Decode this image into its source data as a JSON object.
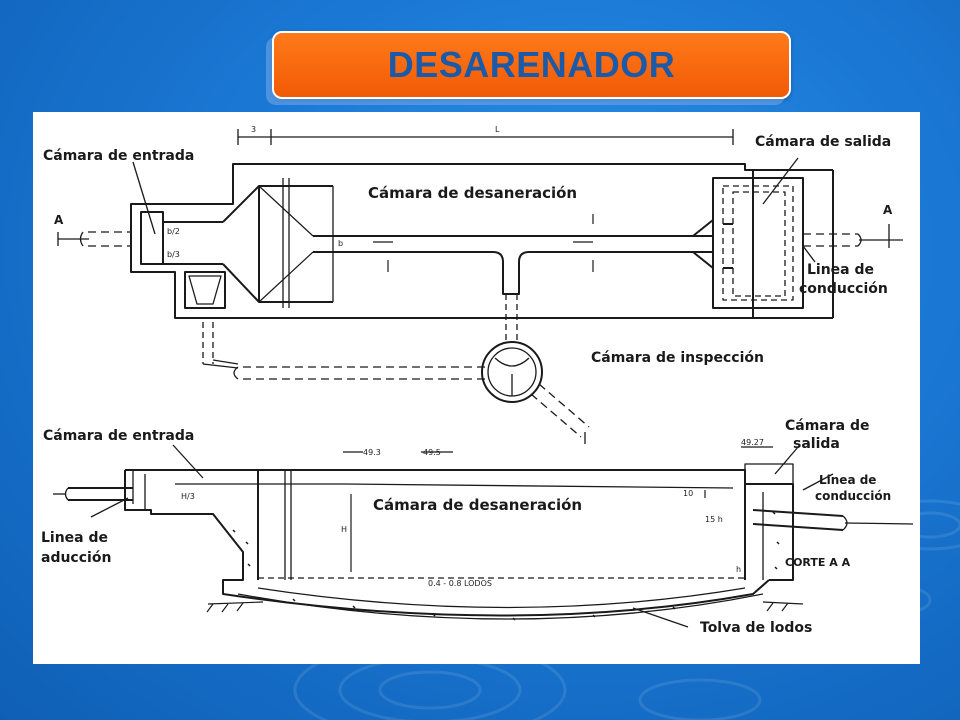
{
  "title": "DESARENADOR",
  "plan_view": {
    "camara_entrada": "Cámara de entrada",
    "camara_salida": "Cámara de salida",
    "camara_desaneracion": "Cámara de desaneración",
    "linea_conduccion": [
      "Linea de",
      "conducción"
    ],
    "camara_inspeccion": "Cámara de inspección",
    "section_marker_left": "A",
    "section_marker_right": "A",
    "dim_3": "3",
    "dim_L": "L",
    "dim_b2": "b/2",
    "dim_b3": "b/3",
    "dim_b": "b"
  },
  "section_view": {
    "camara_entrada": "Cámara de entrada",
    "camara_salida": [
      "Cámara de",
      "salida"
    ],
    "linea_conduccion": [
      "Linea de",
      "conducción"
    ],
    "camara_desaneracion": "Cámara de desaneración",
    "linea_aduccion": [
      "Linea de",
      "aducción"
    ],
    "corte": "CORTE  A A",
    "lodos": "0.4 - 0.8  LODOS",
    "tolva": "Tolva de lodos",
    "dim_493a": "49.3",
    "dim_493b": "49.5",
    "dim_4927": "49.27",
    "dim_H3": "H/3",
    "dim_H": "H",
    "dim_10": "10",
    "dim_15h": "15 h",
    "dim_h": "h"
  },
  "colors": {
    "background": "#1a78d4",
    "banner": "#f4650a",
    "banner_text": "#1b5aa8",
    "panel": "#ffffff",
    "ink": "#1a1a1a"
  }
}
